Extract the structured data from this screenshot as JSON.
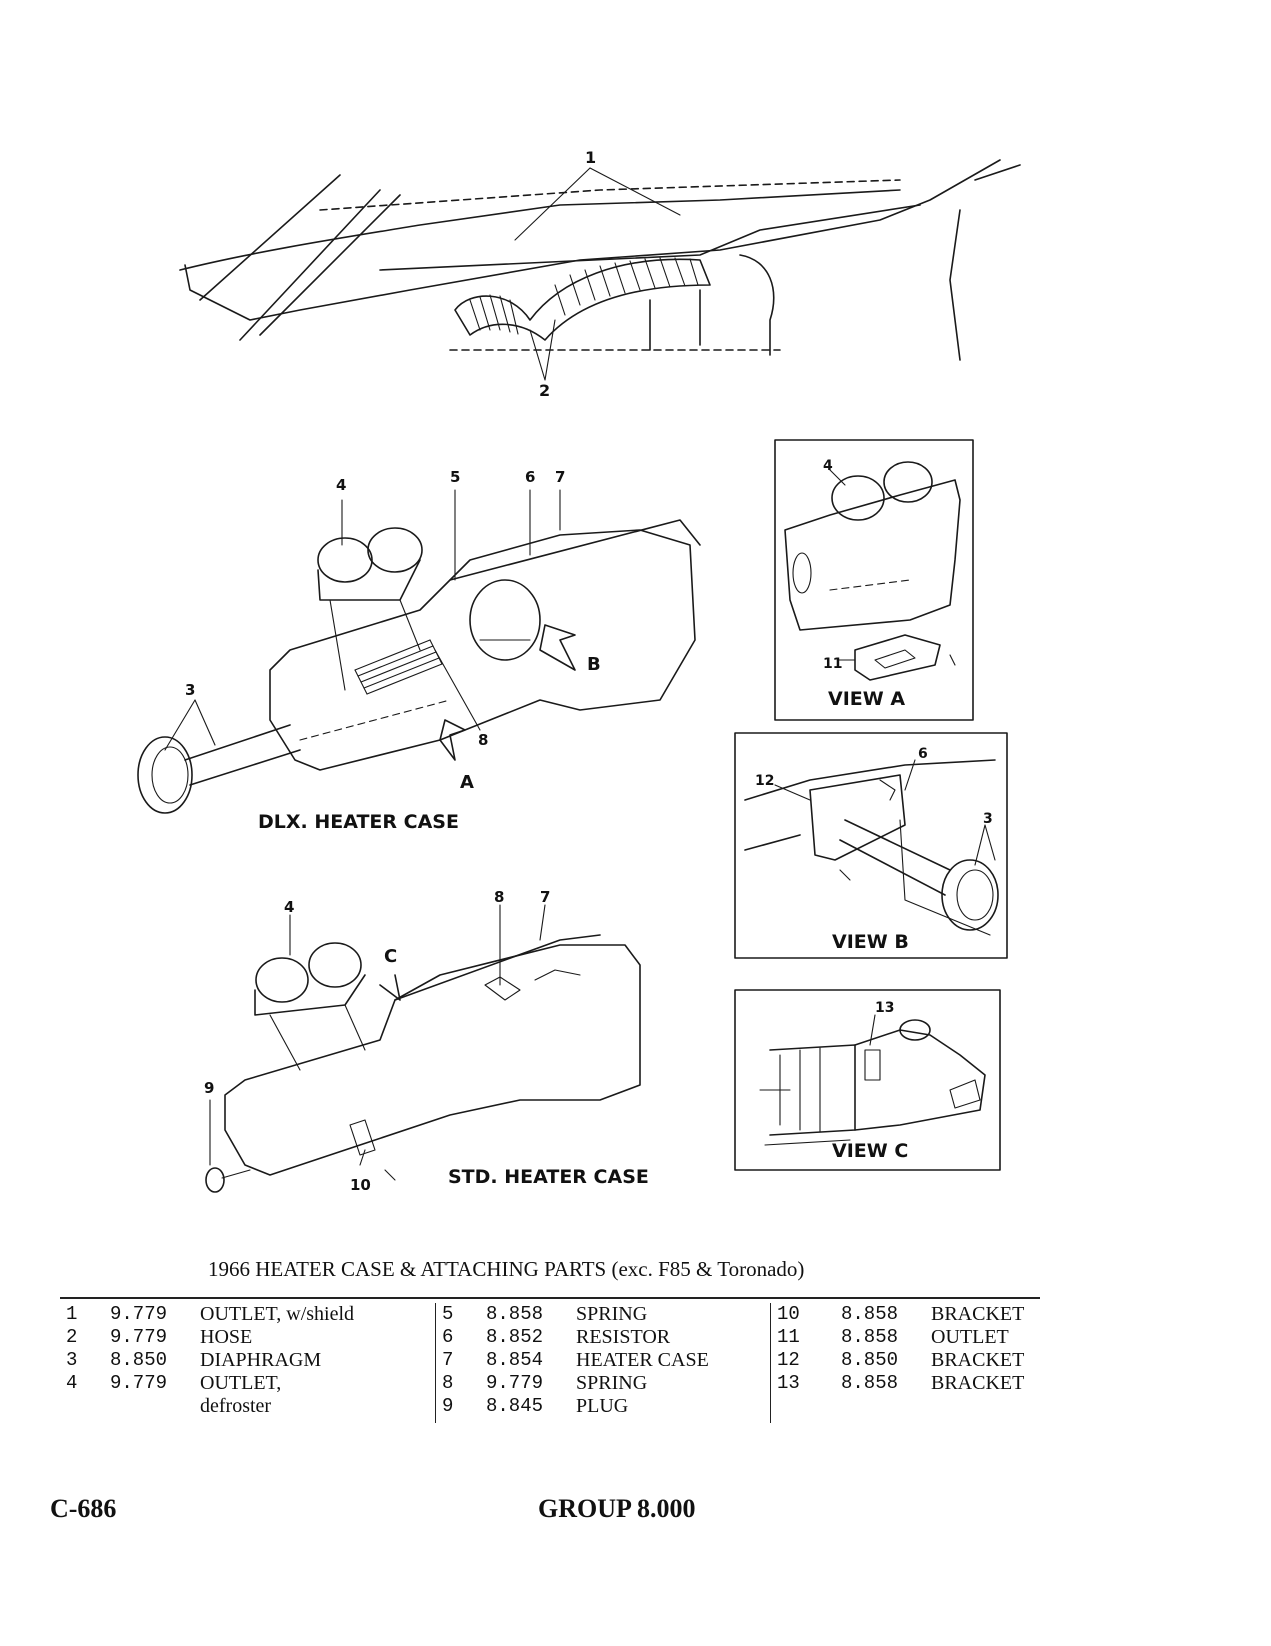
{
  "figure": {
    "callouts": {
      "top_1": "1",
      "top_2": "2",
      "dlx_3": "3",
      "dlx_4": "4",
      "dlx_5": "5",
      "dlx_6": "6",
      "dlx_7": "7",
      "dlx_8": "8",
      "dlx_a": "A",
      "dlx_b": "B",
      "std_4": "4",
      "std_7": "7",
      "std_8": "8",
      "std_9": "9",
      "std_10": "10",
      "std_c": "C",
      "va_4": "4",
      "va_11": "11",
      "vb_6": "6",
      "vb_12": "12",
      "vb_3": "3",
      "vc_13": "13"
    },
    "captions": {
      "dlx": "DLX. HEATER CASE",
      "std": "STD. HEATER CASE",
      "view_a": "VIEW  A",
      "view_b": "VIEW  B",
      "view_c": "VIEW  C"
    }
  },
  "title": "1966 HEATER CASE & ATTACHING PARTS (exc. F85 & Toronado)",
  "parts": {
    "col1": [
      {
        "num": "1",
        "code": "9.779",
        "desc": "OUTLET, w/shield"
      },
      {
        "num": "2",
        "code": "9.779",
        "desc": "HOSE"
      },
      {
        "num": "3",
        "code": "8.850",
        "desc": "DIAPHRAGM"
      },
      {
        "num": "4",
        "code": "9.779",
        "desc": "OUTLET,"
      },
      {
        "num": "",
        "code": "",
        "desc": "defroster"
      }
    ],
    "col2": [
      {
        "num": "5",
        "code": "8.858",
        "desc": "SPRING"
      },
      {
        "num": "6",
        "code": "8.852",
        "desc": "RESISTOR"
      },
      {
        "num": "7",
        "code": "8.854",
        "desc": "HEATER CASE"
      },
      {
        "num": "8",
        "code": "9.779",
        "desc": "SPRING"
      },
      {
        "num": "9",
        "code": "8.845",
        "desc": "PLUG"
      }
    ],
    "col3": [
      {
        "num": "10",
        "code": "8.858",
        "desc": "BRACKET"
      },
      {
        "num": "11",
        "code": "8.858",
        "desc": "OUTLET"
      },
      {
        "num": "12",
        "code": "8.850",
        "desc": "BRACKET"
      },
      {
        "num": "13",
        "code": "8.858",
        "desc": "BRACKET"
      }
    ]
  },
  "footer": {
    "page": "C-686",
    "group": "GROUP 8.000"
  }
}
